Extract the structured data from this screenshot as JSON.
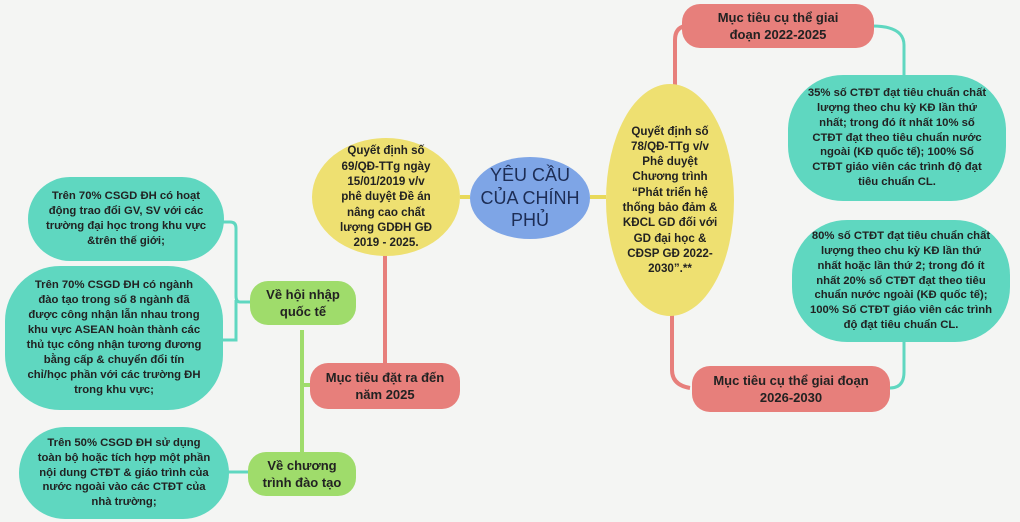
{
  "center": {
    "text": "YÊU CẦU\nCỦA CHÍNH\nPHỦ"
  },
  "decision_left": {
    "text": "Quyết định số\n69/QĐ-TTg ngày\n15/01/2019 v/v\nphê duyệt Đề án\nnâng cao chất\nlượng GDĐH GĐ\n2019 - 2025."
  },
  "decision_right": {
    "text": "Quyết định số\n78/QĐ-TTg v/v\nPhê duyệt\nChương trình\n“Phát triển hệ\nthống bảo đảm &\nKĐCL GD đối với\nGD đại học &\nCĐSP GĐ 2022-\n2030”.**"
  },
  "target_2025": {
    "text": "Mục tiêu đặt ra đến\nnăm 2025"
  },
  "international": {
    "text": "Về hội nhập\nquốc tế"
  },
  "program": {
    "text": "Về chương\ntrình đào tạo"
  },
  "intl_detail_1": {
    "text": "Trên 70% CSGD ĐH có hoạt\nđộng trao đổi GV, SV với các\ntrường đại học trong khu vực\n&trên thế giới;"
  },
  "intl_detail_2": {
    "text": "Trên 70% CSGD ĐH có ngành\nđào tạo trong số 8 ngành đã\nđược công nhận lẫn nhau trong\nkhu vực ASEAN hoàn thành các\nthủ tục công nhận tương đương\nbằng cấp & chuyển đổi tín\nchỉ/học phần với các trường ĐH\ntrong khu vực;"
  },
  "program_detail": {
    "text": "Trên 50% CSGD ĐH sử dụng\ntoàn bộ hoặc tích hợp một phần\nnội dung CTĐT & giáo trình của\nnước ngoài vào các CTĐT của\nnhà trường;"
  },
  "stage_2022": {
    "text": "Mục tiêu cụ thể giai\nđoạn 2022-2025"
  },
  "stage_2026": {
    "text": "Mục tiêu cụ thể giai đoạn\n2026-2030"
  },
  "stage_2022_detail": {
    "text": "35% số CTĐT đạt tiêu chuẩn chất\nlượng theo chu kỳ KĐ lần thứ\nnhất; trong đó ít nhất 10% số\nCTĐT đạt theo tiêu chuẩn nước\nngoài (KĐ quốc tế); 100% Số\nCTĐT giáo viên các trình độ đạt\ntiêu chuẩn CL."
  },
  "stage_2026_detail": {
    "text": "80% số CTĐT đạt tiêu chuẩn chất\nlượng theo chu kỳ KĐ lần thứ\nnhất hoặc lần thứ 2; trong đó ít\nnhất 20% số CTĐT đạt theo tiêu\nchuẩn nước ngoài (KĐ quốc tế);\n100% Số CTĐT giáo viên các trình\nđộ đạt tiêu chuẩn CL."
  },
  "colors": {
    "center": "#7ea5e6",
    "decision": "#eee071",
    "target": "#e77f7b",
    "branch": "#9fdc6b",
    "detail": "#5fd7c0",
    "link_red": "#e77f7b",
    "link_yellow": "#e8d95a",
    "link_green": "#9fdc6b",
    "link_teal": "#5fd7c0"
  }
}
